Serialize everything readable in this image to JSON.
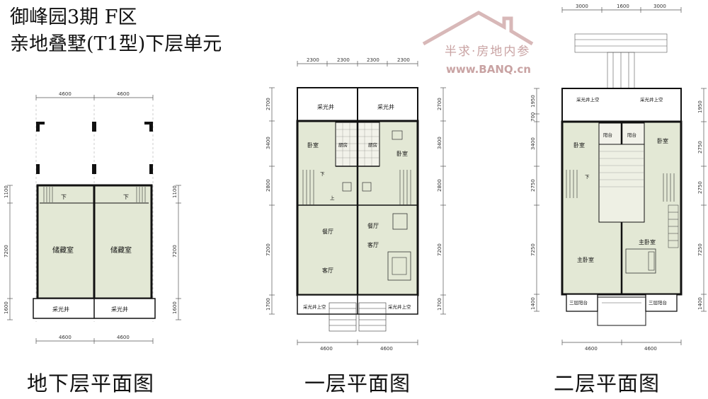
{
  "title": {
    "line1": "御峰园3期 F区",
    "line2": "亲地叠墅(T1型)下层单元"
  },
  "watermark": {
    "brand": "半求·房地内参",
    "url": "www.BANQ.cn",
    "color": "#c9a3a3"
  },
  "colors": {
    "floor_fill": "#e3e8d5",
    "wall": "#111111",
    "dim_line": "#555555"
  },
  "plans": {
    "basement": {
      "caption": "地下层平面图",
      "rooms": {
        "storage_left": "储藏室",
        "storage_right": "储藏室",
        "light_well_left": "采光井",
        "light_well_right": "采光井",
        "stair_down_left": "下",
        "stair_down_right": "下"
      },
      "dims": {
        "top_left": "4600",
        "top_right": "4600",
        "bottom_left": "4600",
        "bottom_right": "4600",
        "left_1": "1100",
        "left_2": "7200",
        "left_3": "1600",
        "right_1": "1100",
        "right_2": "7200",
        "right_3": "1600"
      }
    },
    "first": {
      "caption": "一层平面图",
      "rooms": {
        "light_well_left": "采光井",
        "light_well_right": "采光井",
        "kitchen_left": "厨房",
        "kitchen_right": "厨房",
        "bedroom_left": "卧室",
        "bedroom_right": "卧室",
        "dining_left": "餐厅",
        "dining_right": "餐厅",
        "living_left": "客厅",
        "living_right": "客厅",
        "light_well_up_left": "采光井上空",
        "light_well_up_right": "采光井上空",
        "stair_down": "下",
        "stair_up": "上"
      },
      "dims": {
        "top_1": "2300",
        "top_2": "2300",
        "top_3": "2300",
        "top_4": "2300",
        "bottom_left": "4600",
        "bottom_right": "4600",
        "left_1": "2700",
        "left_2": "3400",
        "left_3": "2800",
        "left_4": "7200",
        "left_5": "1700",
        "right_1": "2700",
        "right_2": "3400",
        "right_3": "2800",
        "right_4": "7200",
        "right_5": "1700"
      }
    },
    "second": {
      "caption": "二层平面图",
      "rooms": {
        "light_well_up_left": "采光井上空",
        "light_well_up_right": "采光井上空",
        "balcony_left": "阳台",
        "balcony_right": "阳台",
        "bedroom_left": "卧室",
        "bedroom_right": "卧室",
        "master_left": "主卧室",
        "master_right": "主卧室",
        "bay_left": "三层阳台",
        "bay_right": "三层阳台",
        "stair_down": "下"
      },
      "dims": {
        "top_1": "3000",
        "top_2": "1600",
        "top_3": "3000",
        "bottom_left": "4600",
        "bottom_right": "4600",
        "left_1": "1950",
        "left_2": "700",
        "left_3": "3400",
        "left_4": "2750",
        "left_5": "7250",
        "left_6": "1400",
        "right_1": "1950",
        "right_2": "2750",
        "right_3": "2750",
        "right_4": "7250",
        "right_5": "1400"
      }
    }
  }
}
